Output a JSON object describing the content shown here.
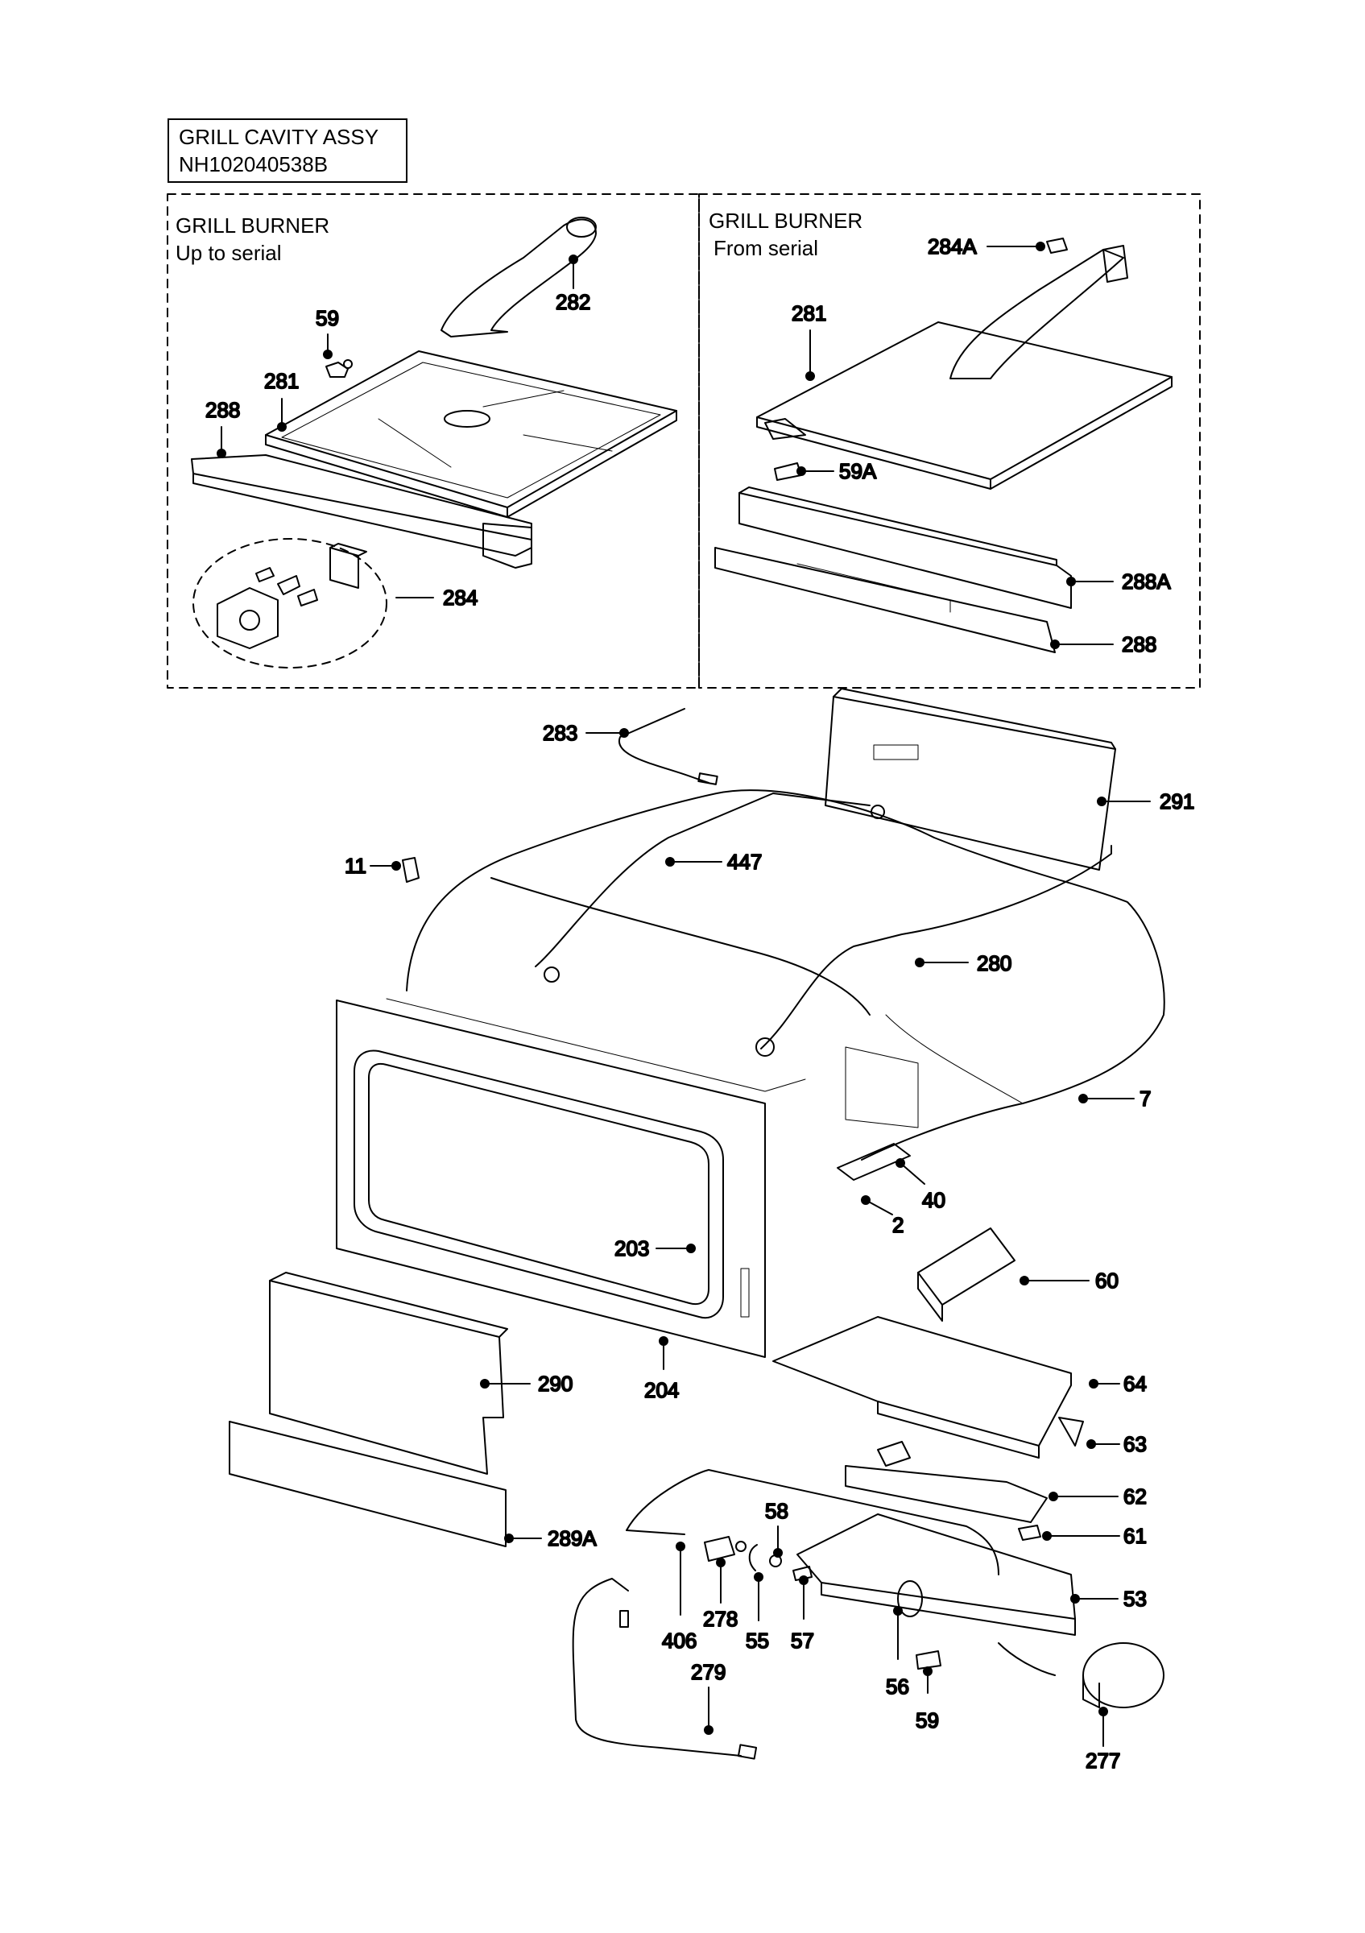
{
  "title": {
    "line1": "GRILL CAVITY ASSY",
    "line2": "NH102040538B"
  },
  "panels": {
    "left": {
      "heading": "GRILL BURNER",
      "subheading": "Up to serial"
    },
    "right": {
      "heading": "GRILL BURNER",
      "subheading": "From serial"
    }
  },
  "callouts": {
    "c282": "282",
    "c59_top": "59",
    "c281_left": "281",
    "c288_left": "288",
    "c284": "284",
    "c284A": "284A",
    "c281_right": "281",
    "c59A": "59A",
    "c288A": "288A",
    "c288_right": "288",
    "c283": "283",
    "c291": "291",
    "c11": "11",
    "c447": "447",
    "c280": "280",
    "c7": "7",
    "c40": "40",
    "c2": "2",
    "c203": "203",
    "c60": "60",
    "c204": "204",
    "c290": "290",
    "c64": "64",
    "c63": "63",
    "c62": "62",
    "c289A": "289A",
    "c58": "58",
    "c61": "61",
    "c53": "53",
    "c406": "406",
    "c278": "278",
    "c55": "55",
    "c57": "57",
    "c56": "56",
    "c59_bottom": "59",
    "c279": "279",
    "c277": "277"
  }
}
